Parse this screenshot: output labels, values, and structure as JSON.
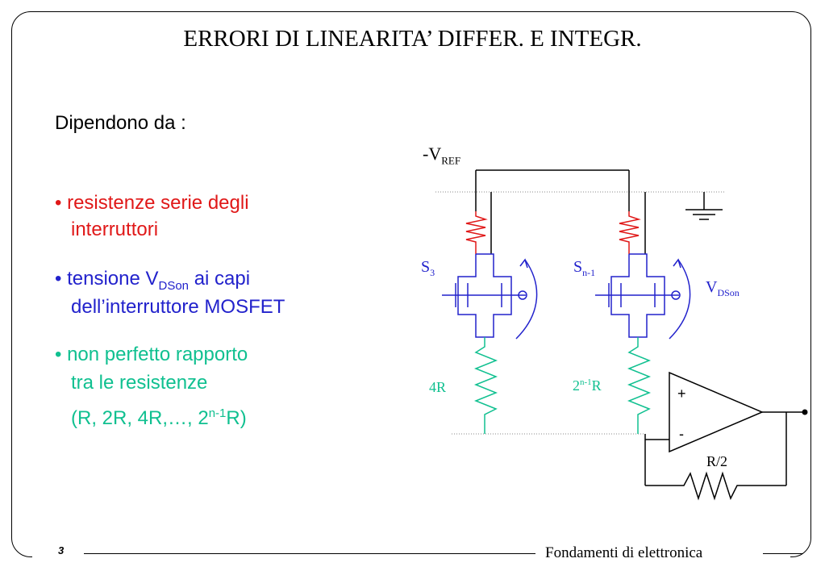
{
  "title": "ERRORI DI LINEARITA’ DIFFER. E INTEGR.",
  "intro": "Dipendono da :",
  "bullets": {
    "b1": {
      "bullet": "•",
      "line1": "resistenze serie degli",
      "line2": "interruttori"
    },
    "b2": {
      "bullet": "•",
      "pre": "tensione V",
      "sub": "DSon",
      "post": " ai capi",
      "line2": "dell’interruttore MOSFET"
    },
    "b3": {
      "bullet": "•",
      "line1": "non perfetto rapporto",
      "line2": "tra le resistenze",
      "line3_pre": "(R, 2R, 4R,…, 2",
      "line3_sup": "n-1",
      "line3_post": "R)"
    }
  },
  "circuit": {
    "vref": {
      "main": "-V",
      "sub": "REF"
    },
    "s3": {
      "main": "S",
      "sub": "3"
    },
    "sn1": {
      "main": "S",
      "sub": "n-1"
    },
    "vdson": {
      "main": "V",
      "sub": "DSon"
    },
    "r4": "4R",
    "r2n": {
      "pre": "2",
      "sup": "n-1",
      "post": "R"
    },
    "plus": "+",
    "minus": "-",
    "rhalf": "R/2"
  },
  "footer": {
    "page": "3",
    "course": "Fondamenti di elettronica"
  },
  "colors": {
    "red": "#e01818",
    "blue": "#2222cc",
    "teal": "#10c090"
  }
}
